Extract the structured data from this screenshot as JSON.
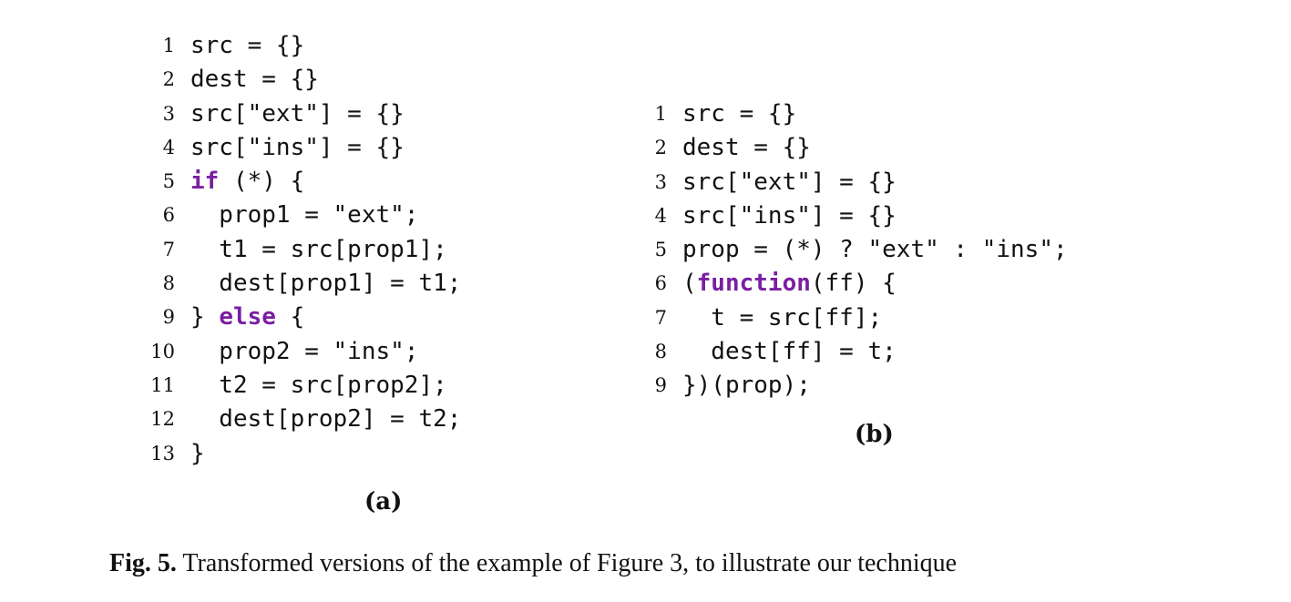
{
  "figure": {
    "label": "Fig. 5.",
    "caption": " Transformed versions of the example of Figure 3, to illustrate our technique"
  },
  "listing_a": {
    "sub_caption": "(a)",
    "lines": [
      {
        "n": "1",
        "segments": [
          {
            "t": "src = {}"
          }
        ]
      },
      {
        "n": "2",
        "segments": [
          {
            "t": "dest = {}"
          }
        ]
      },
      {
        "n": "3",
        "segments": [
          {
            "t": "src[\"ext\"] = {}"
          }
        ]
      },
      {
        "n": "4",
        "segments": [
          {
            "t": "src[\"ins\"] = {}"
          }
        ]
      },
      {
        "n": "5",
        "segments": [
          {
            "t": "if",
            "kw": true
          },
          {
            "t": " (*) {"
          }
        ]
      },
      {
        "n": "6",
        "segments": [
          {
            "t": "  prop1 = \"ext\";"
          }
        ]
      },
      {
        "n": "7",
        "segments": [
          {
            "t": "  t1 = src[prop1];"
          }
        ]
      },
      {
        "n": "8",
        "segments": [
          {
            "t": "  dest[prop1] = t1;"
          }
        ]
      },
      {
        "n": "9",
        "segments": [
          {
            "t": "} "
          },
          {
            "t": "else",
            "kw": true
          },
          {
            "t": " {"
          }
        ]
      },
      {
        "n": "10",
        "segments": [
          {
            "t": "  prop2 = \"ins\";"
          }
        ]
      },
      {
        "n": "11",
        "segments": [
          {
            "t": "  t2 = src[prop2];"
          }
        ]
      },
      {
        "n": "12",
        "segments": [
          {
            "t": "  dest[prop2] = t2;"
          }
        ]
      },
      {
        "n": "13",
        "segments": [
          {
            "t": "}"
          }
        ]
      }
    ]
  },
  "listing_b": {
    "sub_caption": "(b)",
    "lines": [
      {
        "n": "1",
        "segments": [
          {
            "t": "src = {}"
          }
        ]
      },
      {
        "n": "2",
        "segments": [
          {
            "t": "dest = {}"
          }
        ]
      },
      {
        "n": "3",
        "segments": [
          {
            "t": "src[\"ext\"] = {}"
          }
        ]
      },
      {
        "n": "4",
        "segments": [
          {
            "t": "src[\"ins\"] = {}"
          }
        ]
      },
      {
        "n": "5",
        "segments": [
          {
            "t": "prop = (*) ? \"ext\" : \"ins\";"
          }
        ]
      },
      {
        "n": "6",
        "segments": [
          {
            "t": "("
          },
          {
            "t": "function",
            "kw": true
          },
          {
            "t": "(ff) {"
          }
        ]
      },
      {
        "n": "7",
        "segments": [
          {
            "t": "  t = src[ff];"
          }
        ]
      },
      {
        "n": "8",
        "segments": [
          {
            "t": "  dest[ff] = t;"
          }
        ]
      },
      {
        "n": "9",
        "segments": [
          {
            "t": "})(prop);"
          }
        ]
      }
    ]
  },
  "colors": {
    "keyword": "#7a1fa2",
    "text": "#111111",
    "background": "#ffffff"
  }
}
